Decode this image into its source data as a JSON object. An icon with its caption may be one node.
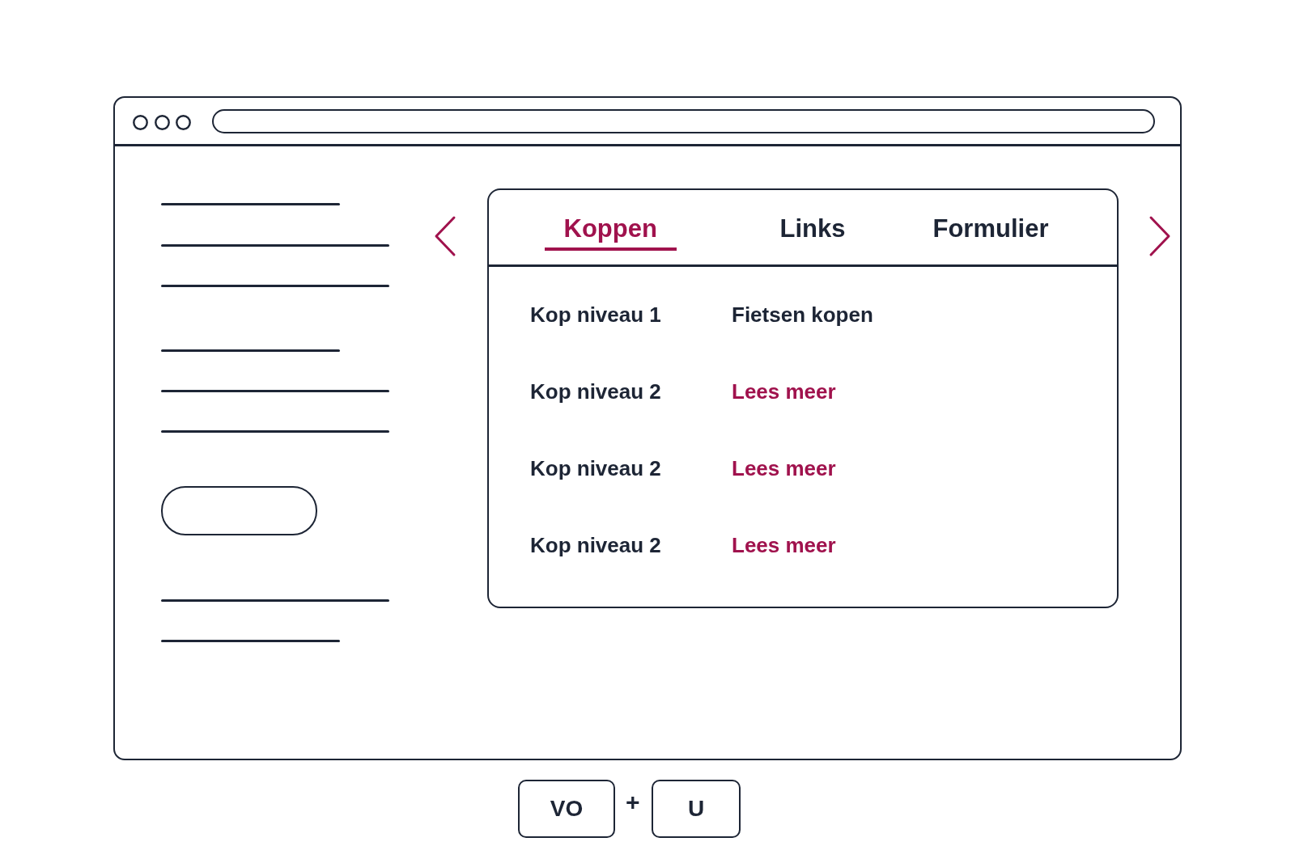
{
  "diagram": {
    "nodes": [
      {
        "text": [],
        "shape": "box"
      },
      {
        "text": [],
        "shape": "bar",
        "in": 0
      },
      {
        "text": [
          "Koppen",
          "Links",
          "Formulier",
          "Kop niveau 1",
          "Fietsen kopen",
          "Kop niveau 2",
          "Lees meer",
          "Kop niveau 2",
          "Lees meer",
          "Kop niveau 2",
          "Lees meer"
        ],
        "in": 0
      },
      {
        "text": [],
        "shape": "box",
        "in": 0
      },
      {
        "text": [
          "VO"
        ]
      },
      {
        "text": [
          "U"
        ]
      }
    ],
    "edges": [],
    "labels": [
      "+"
    ]
  }
}
